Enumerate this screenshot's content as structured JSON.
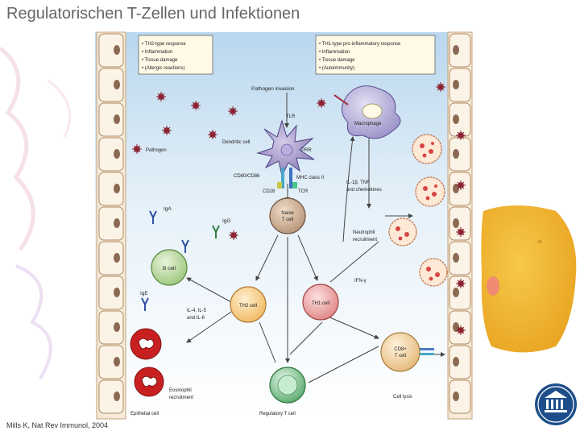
{
  "slide": {
    "title": "Regulatorischen T-Zellen und Infektionen",
    "citation": "Mills K, Nat Rev Immunol, 2004"
  },
  "figure": {
    "left_legend": [
      "• TH2-type response",
      "• Inflammation",
      "• Tissue damage",
      "• (Allergic reactions)"
    ],
    "right_legend": [
      "• TH1-type pro-inflammatory response",
      "• Inflammation",
      "• Tissue damage",
      "• (Autoimmunity)"
    ],
    "labels": {
      "pathogen_invasion": "Pathogen invasion",
      "tlr": "TLR",
      "macrophage": "Macrophage",
      "dendritic_cell": "Dendritic cell",
      "prr": "PRR",
      "pathogen": "Pathogen",
      "cd80_cd86": "CD80/CD86",
      "mhc_class_ii": "MHC class II",
      "il1b_tnf": "IL-1β, TNF",
      "and_chemokines": "and chemokines",
      "cd28": "CD28",
      "tcr": "TCR",
      "iga": "IgA",
      "igg": "IgG",
      "naive_1": "Naive",
      "naive_2": "T cell",
      "neutrophil_1": "Neutrophil",
      "neutrophil_2": "recruitment",
      "b_cell": "B cell",
      "ifn": "IFN-γ",
      "ige": "IgE",
      "th2_cell": "TH2 cell",
      "th1_cell": "TH1 cell",
      "il4_1": "IL-4, IL-5",
      "il4_2": "and IL-6",
      "cd8_1": "CD8+",
      "cd8_2": "T cell",
      "eosinophil_1": "Eosinophil",
      "eosinophil_2": "recruitment",
      "cell_lysis": "Cell lysis",
      "epithelial_cell": "Epithelial cell",
      "regulatory_t_cell": "Regulatory T cell"
    }
  },
  "logo": {
    "name": "university-logo"
  }
}
